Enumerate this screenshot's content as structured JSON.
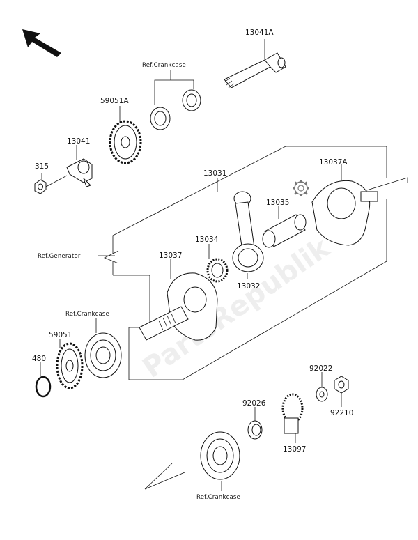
{
  "watermark": "PartsRepublik",
  "labels": {
    "p13041A": "13041A",
    "ref_crankcase_top": "Ref.Crankcase",
    "p59051A": "59051A",
    "p13041": "13041",
    "p315": "315",
    "p13031": "13031",
    "p13037A": "13037A",
    "p13035": "13035",
    "p13034": "13034",
    "p13037": "13037",
    "p13032": "13032",
    "ref_generator": "Ref.Generator",
    "ref_crankcase_mid": "Ref.Crankcase",
    "p59051": "59051",
    "p480": "480",
    "p92022": "92022",
    "p92026": "92026",
    "p92210": "92210",
    "p13097": "13097",
    "ref_crankcase_bottom": "Ref.Crankcase"
  },
  "icons": {
    "direction": "front-direction-arrow-icon",
    "setting": "gear-icon"
  }
}
